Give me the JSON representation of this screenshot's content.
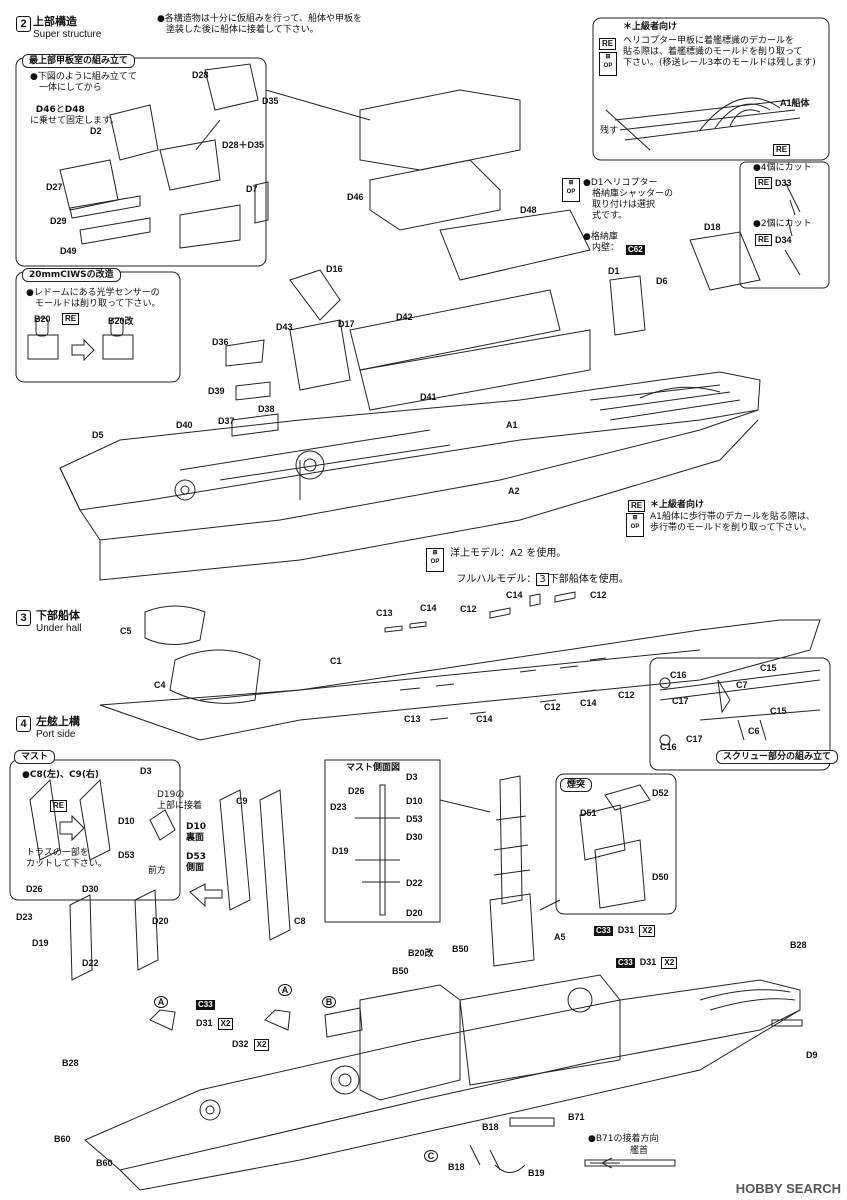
{
  "step2": {
    "num": "2",
    "title": "上部構造",
    "en": "Super structure",
    "note": "●各構造物は十分に仮組みを行って、船体や甲板を\n　塗装した後に船体に接着して下さい。"
  },
  "box_top": {
    "head": "最上部甲板室の組み立て",
    "text": "●下図のように組み立てて\n　一体にしてから",
    "text2": "D46",
    "text3": "と",
    "text4": "D48",
    "text5": "に乗せて固定します。"
  },
  "box_ciws": {
    "head": "20mmCIWSの改造",
    "text": "●レドームにある光学センサーの\n　モールドは削り取って下さい。",
    "b20": "B20",
    "re": "RE",
    "b20k": "B20改"
  },
  "box_heli": {
    "head": "＊上級者向け",
    "text": "ヘリコプター甲板に着艦標識のデカールを\n貼る際は、着艦標識のモールドを削り取って\n下さい。(移送レール3本のモールドは残します)",
    "re": "RE",
    "a1": "A1船体",
    "nokosu": "残す"
  },
  "cuts": {
    "c4": "●4個にカット",
    "d33": "D33",
    "c2": "●2個にカット",
    "d34": "D34"
  },
  "heli_door": {
    "text": "●D1ヘリコプター\n　格納庫シャッターの\n　取り付けは選択\n　式です。",
    "hangar": "●格納庫\n　内壁：",
    "c62": "C62"
  },
  "adv2": {
    "head": "＊上級者向け",
    "text": "A1船体に歩行帯のデカールを貼る際は、\n歩行帯のモールドを削り取って下さい。"
  },
  "op_note": {
    "l1": "洋上モデル：A2 を使用。",
    "l2a": "フルハルモデル：",
    "l2b": "3",
    "l2c": "下部船体を使用。"
  },
  "step3": {
    "num": "3",
    "title": "下部船体",
    "en": "Under hall"
  },
  "step4": {
    "num": "4",
    "title": "左舷上構",
    "en": "Port side"
  },
  "mast_box": {
    "head": "マスト",
    "c8c9": "●C8(左)、C9(右)",
    "text": "トラスの一部を\nカットして下さい。"
  },
  "mast_side": {
    "title": "マスト側面図"
  },
  "funnel": {
    "title": "煙突"
  },
  "screw": {
    "label": "スクリュー部分の組み立て"
  },
  "b71note": {
    "l1": "●B71の接着方向",
    "l2": "艦首"
  },
  "d19note": "D19の\n上部に接着",
  "d10back": "D10\n裏面",
  "d53side": "D53\n側面",
  "front": "前方",
  "x2": "X2",
  "c33": "C33",
  "footer": "HOBBY SEARCH",
  "labels": [
    {
      "t": "D28"
    },
    {
      "t": "D35"
    },
    {
      "t": "D2"
    },
    {
      "t": "D28＋D35"
    },
    {
      "t": "D27"
    },
    {
      "t": "D7"
    },
    {
      "t": "D29"
    },
    {
      "t": "D49"
    },
    {
      "t": "D46"
    },
    {
      "t": "D48"
    },
    {
      "t": "D16"
    },
    {
      "t": "D17"
    },
    {
      "t": "D43"
    },
    {
      "t": "D42"
    },
    {
      "t": "D18"
    },
    {
      "t": "D1"
    },
    {
      "t": "D6"
    },
    {
      "t": "D36"
    },
    {
      "t": "D39"
    },
    {
      "t": "D37"
    },
    {
      "t": "D38"
    },
    {
      "t": "D40"
    },
    {
      "t": "D41"
    },
    {
      "t": "A1"
    },
    {
      "t": "D5"
    },
    {
      "t": "A2"
    },
    {
      "t": "C5"
    },
    {
      "t": "C13"
    },
    {
      "t": "C14"
    },
    {
      "t": "C12"
    },
    {
      "t": "C14"
    },
    {
      "t": "C12"
    },
    {
      "t": "C1"
    },
    {
      "t": "C4"
    },
    {
      "t": "C13"
    },
    {
      "t": "C14"
    },
    {
      "t": "C12"
    },
    {
      "t": "C14"
    },
    {
      "t": "C12"
    },
    {
      "t": "C16"
    },
    {
      "t": "C15"
    },
    {
      "t": "C7"
    },
    {
      "t": "C17"
    },
    {
      "t": "C15"
    },
    {
      "t": "C6"
    },
    {
      "t": "C17"
    },
    {
      "t": "C16"
    },
    {
      "t": "D3"
    },
    {
      "t": "D10"
    },
    {
      "t": "D53"
    },
    {
      "t": "D26"
    },
    {
      "t": "D30"
    },
    {
      "t": "D23"
    },
    {
      "t": "D20"
    },
    {
      "t": "D19"
    },
    {
      "t": "D22"
    },
    {
      "t": "C9"
    },
    {
      "t": "C8"
    },
    {
      "t": "D3"
    },
    {
      "t": "D10"
    },
    {
      "t": "D53"
    },
    {
      "t": "D30"
    },
    {
      "t": "D22"
    },
    {
      "t": "D20"
    },
    {
      "t": "D26"
    },
    {
      "t": "D23"
    },
    {
      "t": "D19"
    },
    {
      "t": "D51"
    },
    {
      "t": "D52"
    },
    {
      "t": "D50"
    },
    {
      "t": "D31"
    },
    {
      "t": "D31"
    },
    {
      "t": "A5"
    },
    {
      "t": "B20改"
    },
    {
      "t": "B50"
    },
    {
      "t": "B50"
    },
    {
      "t": "B28"
    },
    {
      "t": "D9"
    },
    {
      "t": "D31"
    },
    {
      "t": "D32"
    },
    {
      "t": "B28"
    },
    {
      "t": "B60"
    },
    {
      "t": "B60"
    },
    {
      "t": "B18"
    },
    {
      "t": "B18"
    },
    {
      "t": "B19"
    },
    {
      "t": "B71"
    },
    {
      "t": "A"
    },
    {
      "t": "A"
    },
    {
      "t": "B"
    },
    {
      "t": "C"
    }
  ]
}
